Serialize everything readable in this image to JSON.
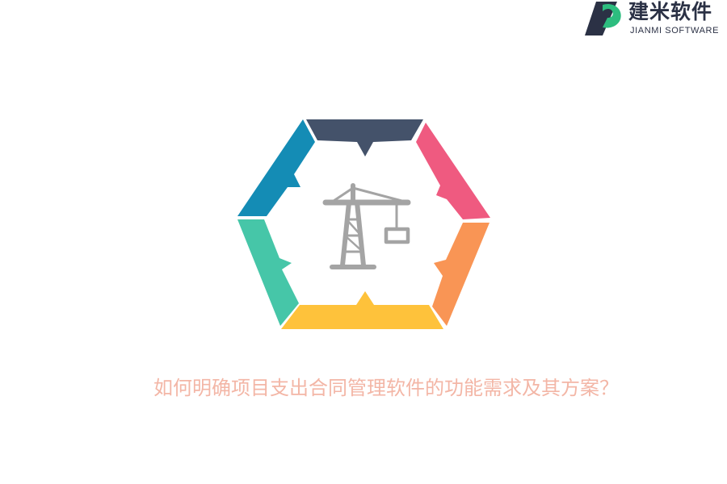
{
  "brand": {
    "name_cn": "建米软件",
    "name_en": "JIANMI SOFTWARE",
    "mark_icon": "jianmi-logo-icon",
    "colors": {
      "dark": "#2b3145",
      "green": "#2dbd7f"
    }
  },
  "graphic": {
    "center_icon": "tower-crane-icon",
    "segment_colors": [
      "#44526a",
      "#ef5a80",
      "#f99555",
      "#fec23b",
      "#46c6a8",
      "#148cb5"
    ],
    "icon_color": "#a4a4a4"
  },
  "caption": {
    "text": "如何明确项目支出合同管理软件的功能需求及其方案？",
    "color": "#f3b6a6"
  }
}
